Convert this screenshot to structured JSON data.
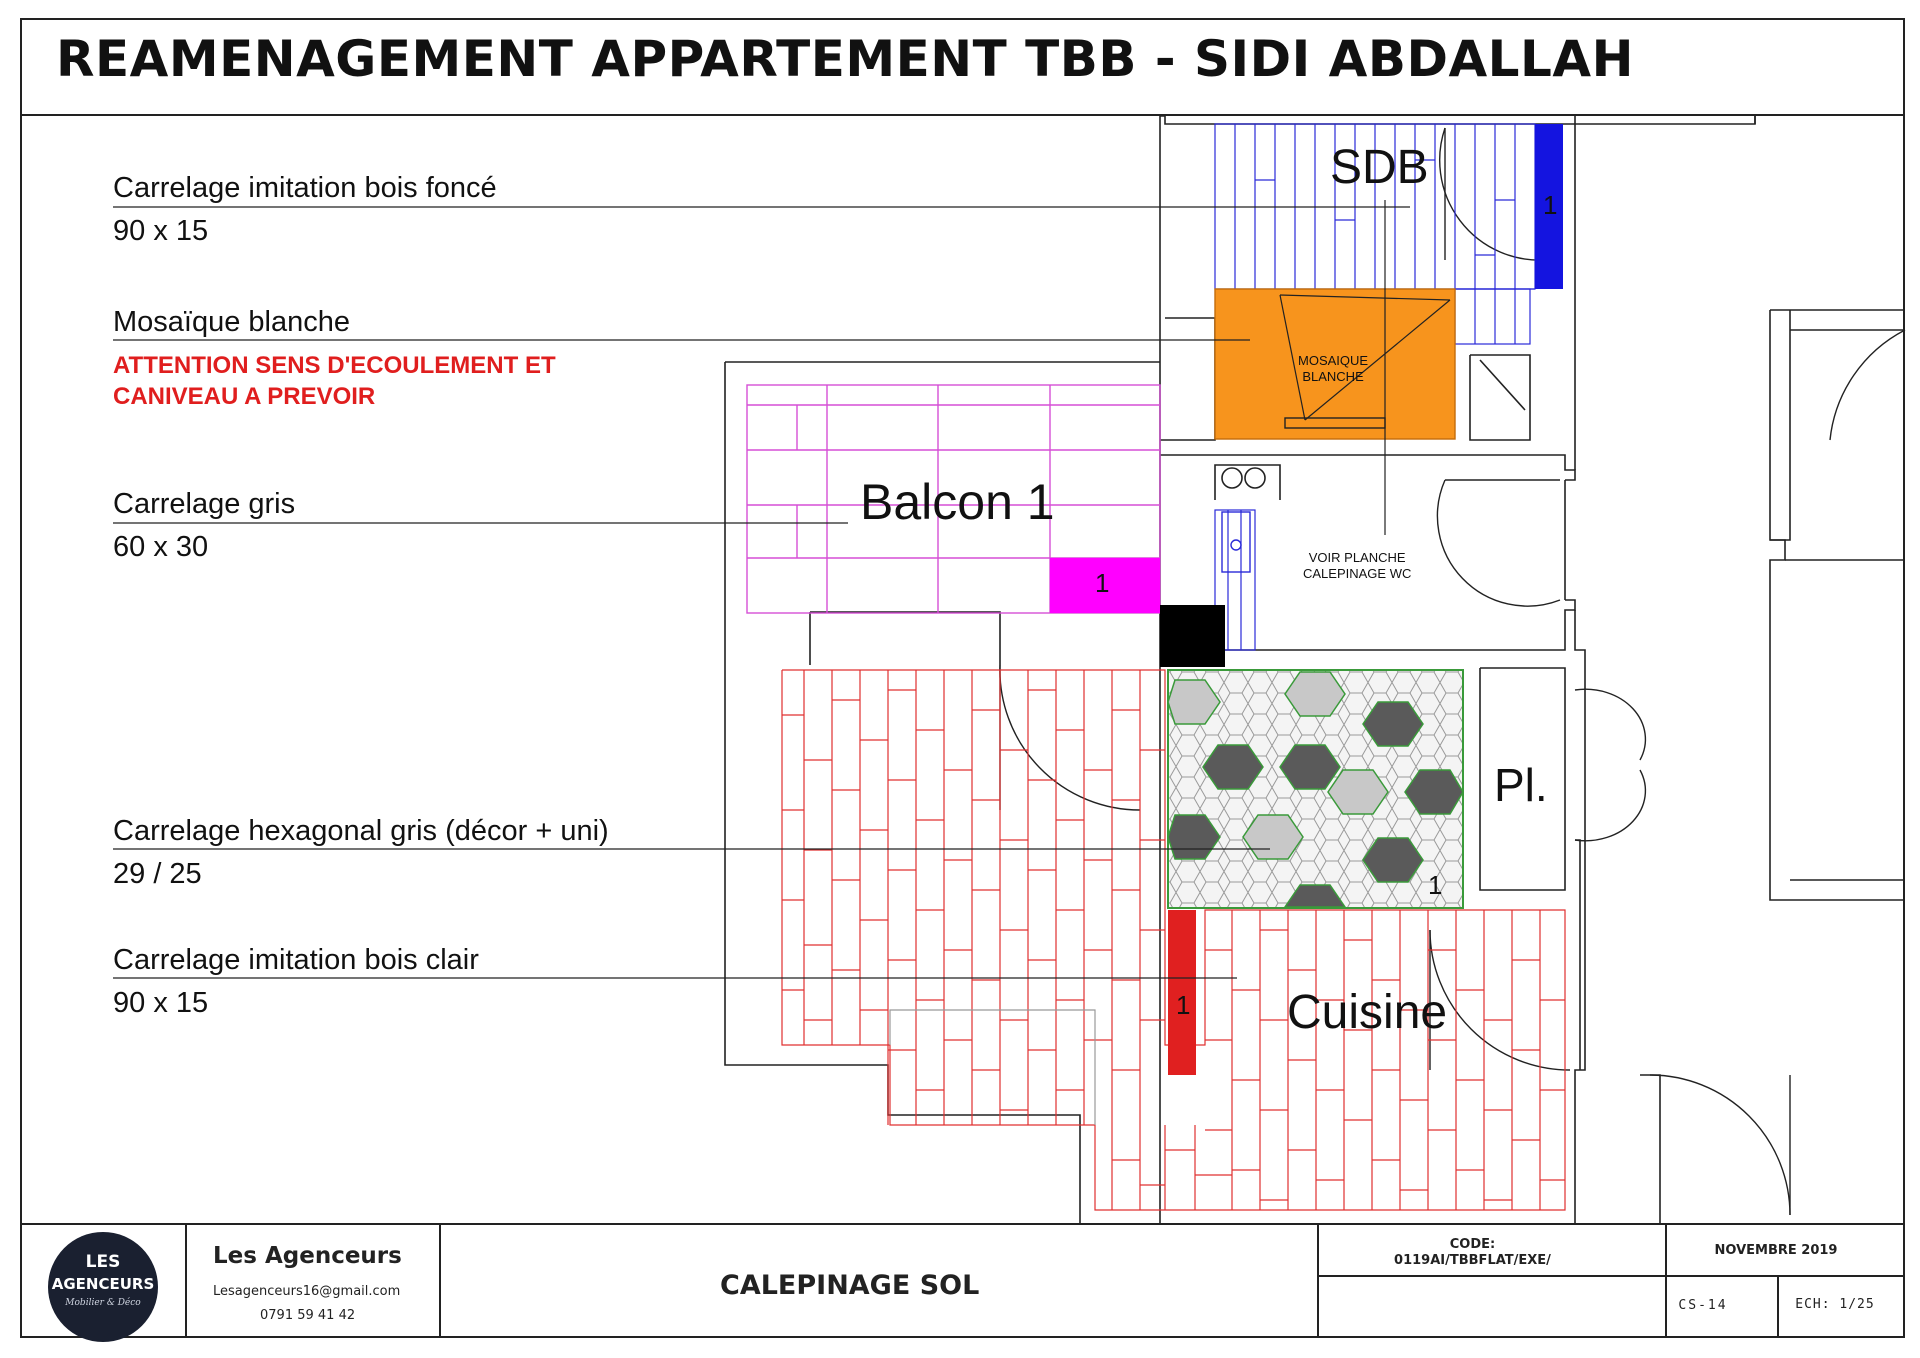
{
  "title": "REAMENAGEMENT APPARTEMENT TBB - SIDI ABDALLAH",
  "legend": [
    {
      "label": "Carrelage imitation bois foncé",
      "dimension": "90 x 15",
      "color": "#2a2ad8"
    },
    {
      "label": "Mosaïque blanche",
      "dimension": "",
      "color": "#f7941d"
    },
    {
      "label": "Carrelage gris",
      "dimension": "60 x 30",
      "color": "#d64fd6"
    },
    {
      "label": "Carrelage hexagonal gris (décor + uni)",
      "dimension": "29 / 25",
      "color": "#3a9a3a"
    },
    {
      "label": "Carrelage imitation bois clair",
      "dimension": "90 x 15",
      "color": "#e03030"
    }
  ],
  "warning": {
    "line1": "ATTENTION SENS D'ECOULEMENT ET",
    "line2": "CANIVEAU A PREVOIR",
    "color": "#e01e1e"
  },
  "rooms": {
    "sdb": "SDB",
    "balcon": "Balcon 1",
    "placard": "Pl.",
    "cuisine": "Cuisine"
  },
  "notes": {
    "mosaique_line1": "MOSAIQUE",
    "mosaique_line2": "BLANCHE",
    "wc_line1": "VOIR PLANCHE",
    "wc_line2": "CALEPINAGE WC"
  },
  "tile_numbers": {
    "sdb": "1",
    "balcon": "1",
    "hexagonal": "1",
    "cuisine": "1"
  },
  "titleblock": {
    "logo_line1": "LES",
    "logo_line2": "AGENCEURS",
    "logo_signature": "Mobilier & Déco",
    "company": "Les Agenceurs",
    "email": "Lesagenceurs16@gmail.com",
    "phone": "0791 59 41 42",
    "sheet_title": "CALEPINAGE SOL",
    "code_label": "CODE:",
    "code_value": "0119AI/TBBFLAT/EXE/",
    "date": "NOVEMBRE 2019",
    "sheet_number": "CS-14",
    "scale": "ECH: 1/25"
  }
}
